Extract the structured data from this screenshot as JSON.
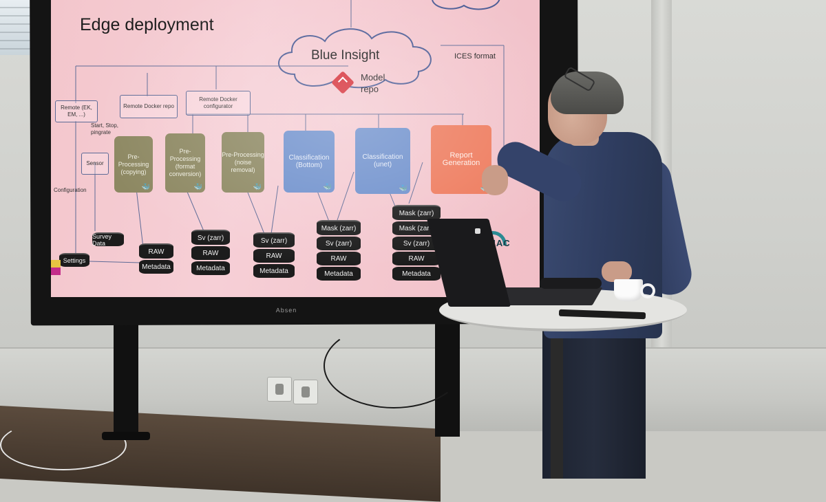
{
  "slide": {
    "title": "Edge deployment",
    "cloud_label": "Blue Insight",
    "model_repo": "Model repo",
    "ices_format": "ICES format",
    "remote_boxes": [
      "Remote (EK, EM, ...)",
      "Remote Docker repo",
      "Remote Docker configurator"
    ],
    "side_labels": {
      "start_stop": "Start, Stop, pingrate",
      "sensor": "Sensor",
      "configuration": "Configuration"
    },
    "processes": [
      {
        "label": "Pre-Processing (copying)",
        "color": "#8d8862"
      },
      {
        "label": "Pre-Processing (format conversion)",
        "color": "#8d8862"
      },
      {
        "label": "Pre-Processing (noise removal)",
        "color": "#8d8862"
      },
      {
        "label": "Classification (Bottom)",
        "color": "#6d8fcc"
      },
      {
        "label": "Classification (unet)",
        "color": "#6d8fcc"
      },
      {
        "label": "Report Generation",
        "color": "#ee7a5c"
      }
    ],
    "docker_label": "docker",
    "stores": {
      "settings": "Settings",
      "survey_data": "Survey Data",
      "s1": [
        "RAW",
        "Metadata"
      ],
      "s2": [
        "Sv (zarr)",
        "RAW",
        "Metadata"
      ],
      "s3": [
        "Sv (zarr)",
        "RAW",
        "Metadata"
      ],
      "s4": [
        "Mask (zarr)",
        "Sv (zarr)",
        "RAW",
        "Metadata"
      ],
      "s5": [
        "Mask (zarr)",
        "Mask (zarr)",
        "Sv (zarr)",
        "RAW",
        "Metadata"
      ]
    },
    "logo": "RIMAC"
  },
  "screen_brand": "Absen"
}
